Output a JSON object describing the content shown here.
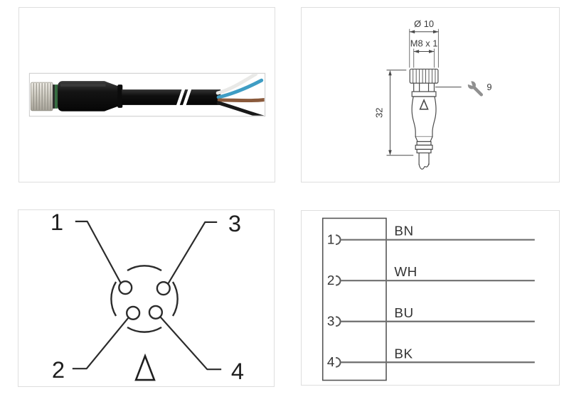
{
  "panels": {
    "dimensions": {
      "diameter_label": "Ø 10",
      "thread_label": "M8 x 1",
      "length_label": "32",
      "wrench_size_label": "9"
    },
    "pin_face": {
      "pins": [
        {
          "number": "1",
          "position": "top-left"
        },
        {
          "number": "2",
          "position": "bottom-left"
        },
        {
          "number": "3",
          "position": "top-right"
        },
        {
          "number": "4",
          "position": "bottom-right"
        }
      ]
    },
    "wiring": {
      "rows": [
        {
          "pin": "1",
          "color_code": "BN"
        },
        {
          "pin": "2",
          "color_code": "WH"
        },
        {
          "pin": "3",
          "color_code": "BU"
        },
        {
          "pin": "4",
          "color_code": "BK"
        }
      ]
    }
  },
  "colors": {
    "wire_white": "#e9e9e7",
    "wire_blue": "#3f9dc4",
    "wire_brown": "#8a5a3c",
    "wire_black": "#181818",
    "seal_green": "#356b3f",
    "drawing_line": "#4a4a4a",
    "panel_border": "#dedede"
  }
}
